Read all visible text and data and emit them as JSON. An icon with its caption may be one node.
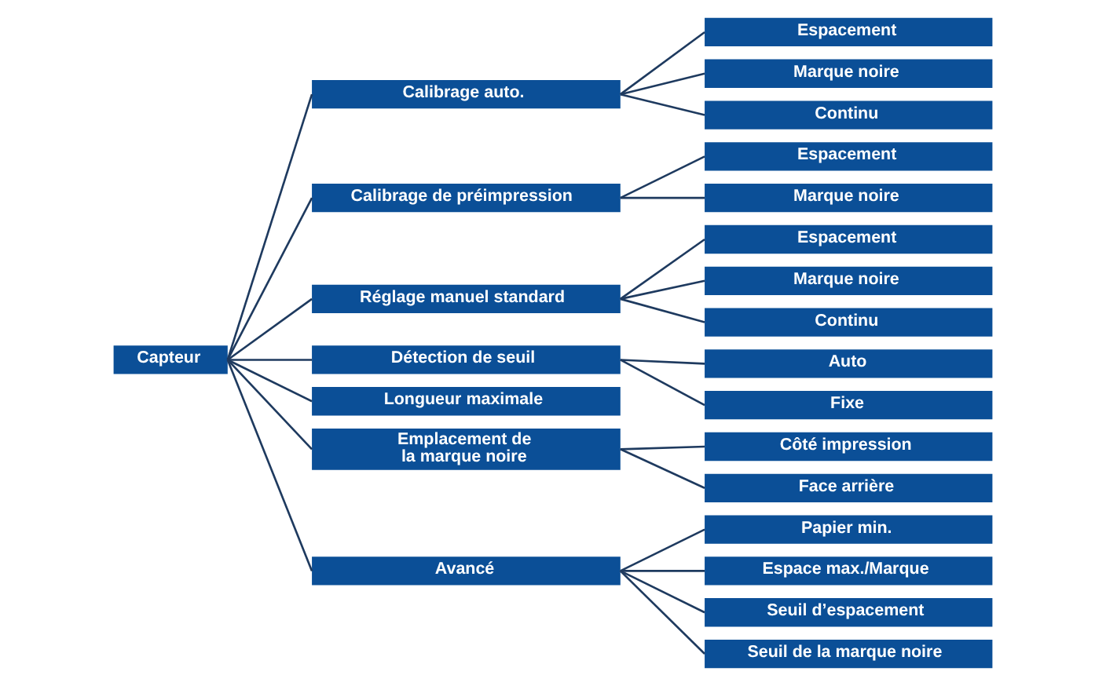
{
  "diagram": {
    "nodes": [
      {
        "text": [
          "Capteur"
        ]
      },
      {
        "text": [
          "Calibrage auto."
        ]
      },
      {
        "text": [
          "Espacement"
        ]
      },
      {
        "text": [
          "Marque noire"
        ]
      },
      {
        "text": [
          "Continu"
        ]
      },
      {
        "text": [
          "Calibrage de préimpression"
        ]
      },
      {
        "text": [
          "Espacement"
        ]
      },
      {
        "text": [
          "Marque noire"
        ]
      },
      {
        "text": [
          "Réglage manuel standard"
        ]
      },
      {
        "text": [
          "Espacement"
        ]
      },
      {
        "text": [
          "Marque noire"
        ]
      },
      {
        "text": [
          "Continu"
        ]
      },
      {
        "text": [
          "Détection de seuil"
        ]
      },
      {
        "text": [
          "Auto"
        ]
      },
      {
        "text": [
          "Fixe"
        ]
      },
      {
        "text": [
          "Longueur maximale"
        ]
      },
      {
        "text": [
          "Emplacement de la marque noire"
        ]
      },
      {
        "text": [
          "Côté impression"
        ]
      },
      {
        "text": [
          "Face arrière"
        ]
      },
      {
        "text": [
          "Avancé"
        ]
      },
      {
        "text": [
          "Papier min."
        ]
      },
      {
        "text": [
          "Espace max./Marque"
        ]
      },
      {
        "text": [
          "Seuil d’espacement"
        ]
      },
      {
        "text": [
          "Seuil de la marque noire"
        ]
      }
    ],
    "edges": [
      {
        "from": 0,
        "to": 1,
        "arrow": "none"
      },
      {
        "from": 1,
        "to": 2,
        "arrow": "none"
      },
      {
        "from": 1,
        "to": 3,
        "arrow": "none"
      },
      {
        "from": 1,
        "to": 4,
        "arrow": "none"
      },
      {
        "from": 0,
        "to": 5,
        "arrow": "none"
      },
      {
        "from": 5,
        "to": 6,
        "arrow": "none"
      },
      {
        "from": 5,
        "to": 7,
        "arrow": "none"
      },
      {
        "from": 0,
        "to": 8,
        "arrow": "none"
      },
      {
        "from": 8,
        "to": 9,
        "arrow": "none"
      },
      {
        "from": 8,
        "to": 10,
        "arrow": "none"
      },
      {
        "from": 8,
        "to": 11,
        "arrow": "none"
      },
      {
        "from": 0,
        "to": 12,
        "arrow": "none"
      },
      {
        "from": 12,
        "to": 13,
        "arrow": "none"
      },
      {
        "from": 12,
        "to": 14,
        "arrow": "none"
      },
      {
        "from": 0,
        "to": 15,
        "arrow": "none"
      },
      {
        "from": 0,
        "to": 16,
        "arrow": "none"
      },
      {
        "from": 16,
        "to": 17,
        "arrow": "none"
      },
      {
        "from": 16,
        "to": 18,
        "arrow": "none"
      },
      {
        "from": 0,
        "to": 19,
        "arrow": "none"
      },
      {
        "from": 19,
        "to": 20,
        "arrow": "none"
      },
      {
        "from": 19,
        "to": 21,
        "arrow": "none"
      },
      {
        "from": 19,
        "to": 22,
        "arrow": "none"
      },
      {
        "from": 19,
        "to": 23,
        "arrow": "none"
      }
    ]
  }
}
